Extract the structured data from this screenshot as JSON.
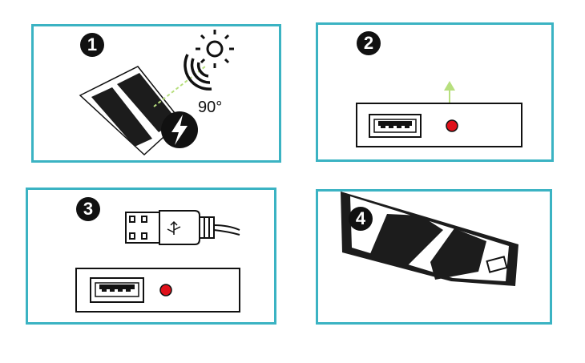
{
  "steps": [
    {
      "number": "1",
      "angle_label": "90°"
    },
    {
      "number": "2"
    },
    {
      "number": "3"
    },
    {
      "number": "4"
    }
  ],
  "colors": {
    "frame": "#3bb3c3",
    "led": "#e0101a",
    "arrow": "#b7df7e",
    "ink": "#111111"
  },
  "icons": [
    "sun-icon",
    "signal-icon",
    "lightning-icon",
    "usb-port-icon",
    "usb-cable-icon",
    "smartphone-icon",
    "solar-panel-icon"
  ]
}
